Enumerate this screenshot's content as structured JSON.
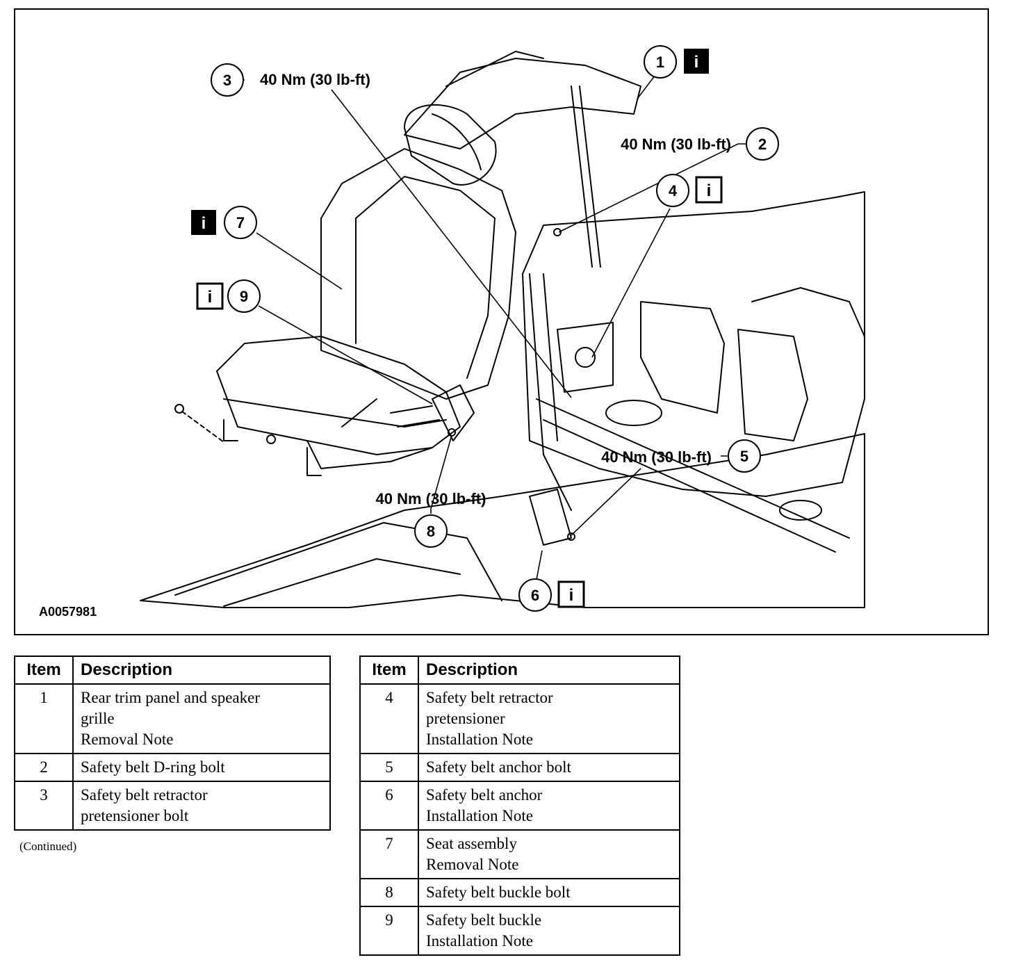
{
  "figure": {
    "id": "A0057981",
    "callouts": [
      {
        "item": "1",
        "torque": "",
        "info_icon": "i"
      },
      {
        "item": "2",
        "torque": "40 Nm (30 lb-ft)",
        "info_icon": ""
      },
      {
        "item": "3",
        "torque": "40 Nm (30 lb-ft)",
        "info_icon": ""
      },
      {
        "item": "4",
        "torque": "",
        "info_icon": "i"
      },
      {
        "item": "5",
        "torque": "40 Nm (30 lb-ft)",
        "info_icon": ""
      },
      {
        "item": "6",
        "torque": "",
        "info_icon": "i"
      },
      {
        "item": "7",
        "torque": "",
        "info_icon": "i"
      },
      {
        "item": "8",
        "torque": "40 Nm (30 lb-ft)",
        "info_icon": ""
      },
      {
        "item": "9",
        "torque": "",
        "info_icon": "i"
      }
    ]
  },
  "table_left": {
    "headers": {
      "item": "Item",
      "description": "Description"
    },
    "rows": [
      {
        "item": "1",
        "lines": [
          "Rear trim panel and speaker",
          "grille",
          "Removal Note"
        ]
      },
      {
        "item": "2",
        "lines": [
          "Safety belt D-ring bolt"
        ]
      },
      {
        "item": "3",
        "lines": [
          "Safety belt retractor",
          "pretensioner bolt"
        ]
      }
    ],
    "footnote": "(Continued)"
  },
  "table_right": {
    "headers": {
      "item": "Item",
      "description": "Description"
    },
    "rows": [
      {
        "item": "4",
        "lines": [
          "Safety belt retractor",
          "pretensioner",
          "Installation Note"
        ]
      },
      {
        "item": "5",
        "lines": [
          "Safety belt anchor bolt"
        ]
      },
      {
        "item": "6",
        "lines": [
          "Safety belt anchor",
          "Installation Note"
        ]
      },
      {
        "item": "7",
        "lines": [
          "Seat assembly",
          "Removal Note"
        ]
      },
      {
        "item": "8",
        "lines": [
          "Safety belt buckle bolt"
        ]
      },
      {
        "item": "9",
        "lines": [
          "Safety belt buckle",
          "Installation Note"
        ]
      }
    ]
  }
}
